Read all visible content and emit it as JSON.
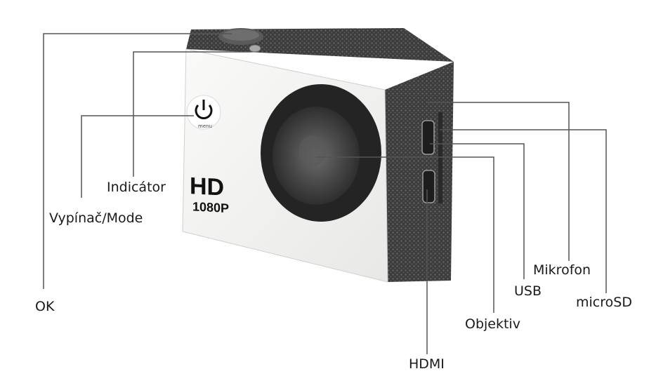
{
  "camera": {
    "badge_main": "HD",
    "badge_sub": "1080P",
    "power_button_text": "menu"
  },
  "callouts": {
    "ok": "OK",
    "indicator": "Indicátor",
    "power_mode": "Vypínač/Mode",
    "mikrofon": "Mikrofon",
    "usb": "USB",
    "microsd": "microSD",
    "objektiv": "Objektiv",
    "hdmi": "HDMI"
  },
  "colors": {
    "body_front": "#f4f4f2",
    "body_textured": "#3a3a3a",
    "lens_outer": "#262626",
    "leader_line": "#555555"
  }
}
